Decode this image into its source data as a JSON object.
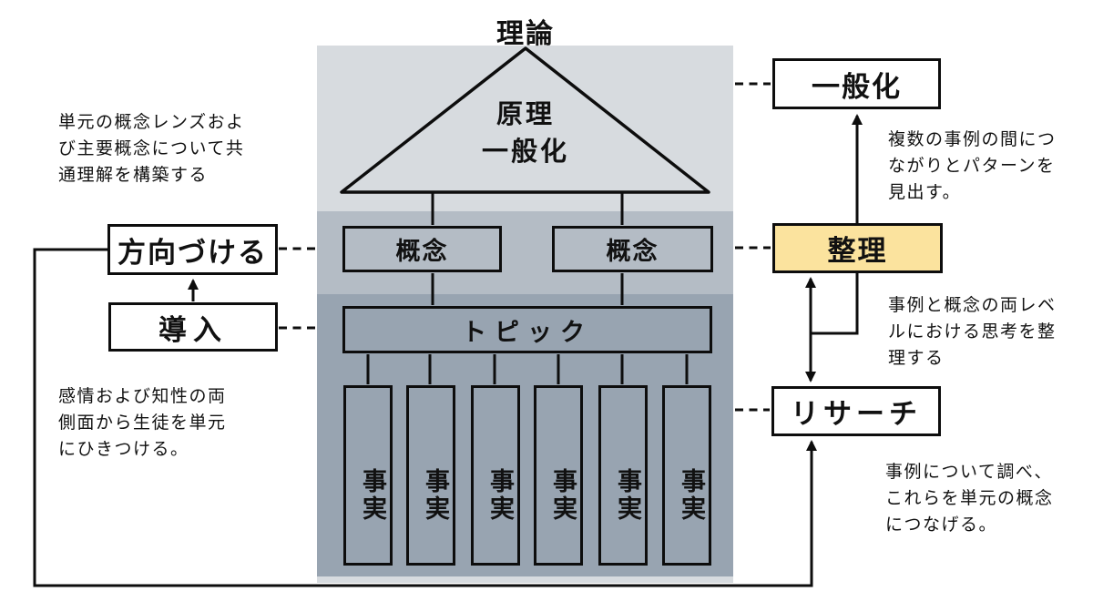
{
  "title": "理論",
  "colors": {
    "band_top": "#d7dbdf",
    "band_mid": "#b4bcc5",
    "band_bottom": "#98a4b1",
    "highlight": "#fbe39e",
    "line": "#111111",
    "box_bg": "#ffffff"
  },
  "pyramid": {
    "apex_label": "原理\n一般化",
    "concept_labels": [
      "概念",
      "概念"
    ],
    "topic_label": "トピック",
    "fact_label": "事実"
  },
  "left_flow": {
    "orient_label": "方向づける",
    "intro_label": "導入",
    "note_top": "単元の概念レンズおよ\nび主要概念について共\n通理解を構築する",
    "note_bottom": "感情および知性の両\n側面から生徒を単元\nにひきつける。"
  },
  "right_flow": {
    "generalize_label": "一般化",
    "organize_label": "整理",
    "research_label": "リサーチ",
    "note_generalize": "複数の事例の間につ\nながりとパターンを\n見出す。",
    "note_organize": "事例と概念の両レベ\nルにおける思考を整\n理する",
    "note_research": "事例について調べ、\nこれらを単元の概念\nにつなげる。"
  }
}
